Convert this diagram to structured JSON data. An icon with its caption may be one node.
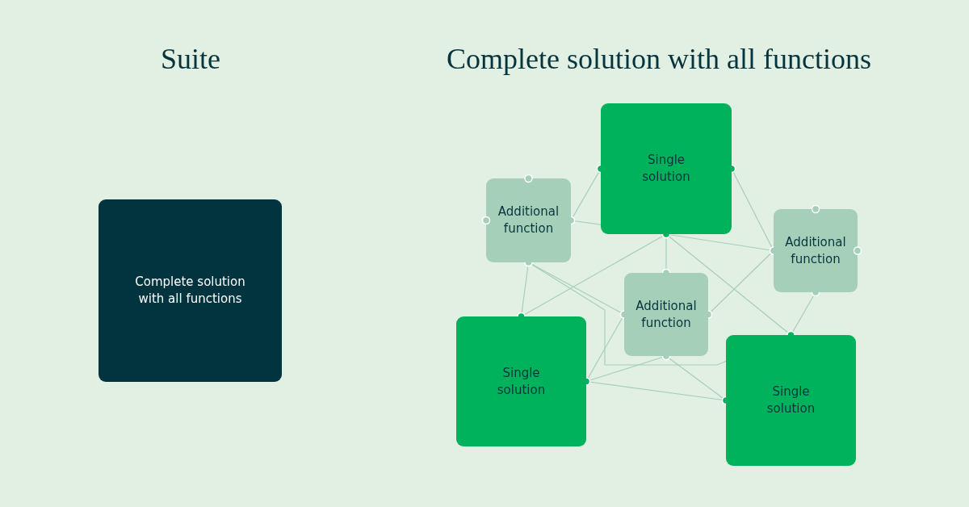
{
  "diagram": {
    "nodes": [
      {
        "text": [
          "Complete solution with all functions"
        ]
      },
      {
        "text": [
          "Additional function"
        ]
      },
      {
        "text": [
          "Single solution"
        ]
      },
      {
        "text": [
          "Additional function"
        ]
      },
      {
        "text": [
          "Additional function"
        ]
      },
      {
        "text": [
          "Single solution"
        ]
      },
      {
        "text": [
          "Single solution"
        ]
      }
    ],
    "edges": [
      {
        "from": 1,
        "to": 2,
        "arrow": "other"
      },
      {
        "from": 1,
        "to": 2,
        "arrow": "other"
      },
      {
        "from": 2,
        "to": 3,
        "arrow": "other"
      },
      {
        "from": 2,
        "to": 3,
        "arrow": "other"
      },
      {
        "from": 2,
        "to": 4,
        "arrow": "other"
      },
      {
        "from": 2,
        "to": 5,
        "arrow": "other"
      },
      {
        "from": 2,
        "to": 6,
        "arrow": "other"
      },
      {
        "from": 1,
        "to": 5,
        "arrow": "other"
      },
      {
        "from": 1,
        "to": 4,
        "arrow": "other"
      },
      {
        "from": 1,
        "to": 6,
        "arrow": "other"
      },
      {
        "from": 4,
        "to": 3,
        "arrow": "other"
      },
      {
        "from": 3,
        "to": 6,
        "arrow": "other"
      },
      {
        "from": 4,
        "to": 5,
        "arrow": "other"
      },
      {
        "from": 4,
        "to": 5,
        "arrow": "other"
      },
      {
        "from": 4,
        "to": 6,
        "arrow": "other"
      },
      {
        "from": 5,
        "to": 6,
        "arrow": "other"
      }
    ],
    "labels": [
      "Suite",
      "Complete solution with all functions"
    ]
  }
}
